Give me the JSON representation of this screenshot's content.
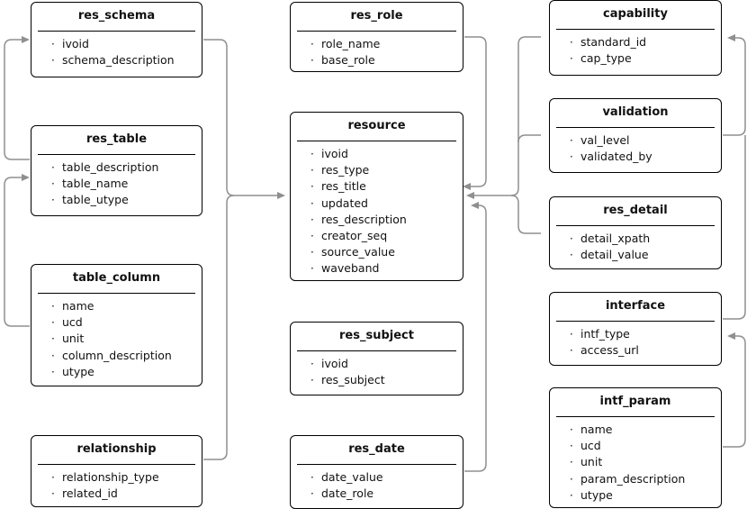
{
  "tables": [
    {
      "id": "res_schema",
      "title": "res_schema",
      "fields": [
        "ivoid",
        "schema_description"
      ]
    },
    {
      "id": "res_table",
      "title": "res_table",
      "fields": [
        "table_description",
        "table_name",
        "table_utype"
      ]
    },
    {
      "id": "table_column",
      "title": "table_column",
      "fields": [
        "name",
        "ucd",
        "unit",
        "column_description",
        "utype"
      ]
    },
    {
      "id": "relationship",
      "title": "relationship",
      "fields": [
        "relationship_type",
        "related_id"
      ]
    },
    {
      "id": "res_role",
      "title": "res_role",
      "fields": [
        "role_name",
        "base_role"
      ]
    },
    {
      "id": "resource",
      "title": "resource",
      "fields": [
        "ivoid",
        "res_type",
        "res_title",
        "updated",
        "res_description",
        "creator_seq",
        "source_value",
        "waveband"
      ]
    },
    {
      "id": "res_subject",
      "title": "res_subject",
      "fields": [
        "ivoid",
        "res_subject"
      ]
    },
    {
      "id": "res_date",
      "title": "res_date",
      "fields": [
        "date_value",
        "date_role"
      ]
    },
    {
      "id": "capability",
      "title": "capability",
      "fields": [
        "standard_id",
        "cap_type"
      ]
    },
    {
      "id": "validation",
      "title": "validation",
      "fields": [
        "val_level",
        "validated_by"
      ]
    },
    {
      "id": "res_detail",
      "title": "res_detail",
      "fields": [
        "detail_xpath",
        "detail_value"
      ]
    },
    {
      "id": "interface",
      "title": "interface",
      "fields": [
        "intf_type",
        "access_url"
      ]
    },
    {
      "id": "intf_param",
      "title": "intf_param",
      "fields": [
        "name",
        "ucd",
        "unit",
        "param_description",
        "utype"
      ]
    }
  ],
  "field_bullet": "·",
  "colors": {
    "box_border": "#000000",
    "connector": "#8f8f8f",
    "background": "#ffffff"
  }
}
